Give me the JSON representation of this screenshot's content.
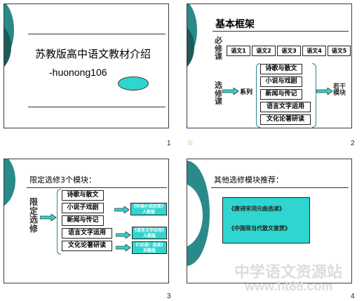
{
  "slides": [
    {
      "number": "1",
      "title": "苏教版高中语文教材介绍",
      "subtitle": "-huonong106"
    },
    {
      "number": "2",
      "title": "基本框架",
      "required_label": "必修课",
      "required_books": [
        "语文1",
        "语文2",
        "语文3",
        "语文4",
        "语文5"
      ],
      "elective_label": "选修课",
      "series_label": "系列",
      "series_items": [
        "诗歌与散文",
        "小说与戏剧",
        "新闻与传记",
        "语言文字运用",
        "文化论著研读"
      ],
      "modules_label": "若干模块"
    },
    {
      "number": "3",
      "title": "限定选修3个模块：",
      "side_label": "限定选修",
      "items": [
        "诗歌与散文",
        "小说子戏剧",
        "新闻与传记",
        "语言文字运用",
        "文化论著研读"
      ],
      "modules": [
        "《外国小说欣赏》人教版",
        "《语言文字应用》人教版",
        "《〈论语〉选读》苏教版"
      ]
    },
    {
      "number": "4",
      "title": "其他选修模块推荐：",
      "recommendations": [
        "《唐诗宋词元曲选读》",
        "《中国现当代散文鉴赏》"
      ]
    }
  ],
  "star_icon": "☆",
  "watermark": {
    "line1": "中学语文资源站",
    "line2": "www.ht88.com"
  }
}
